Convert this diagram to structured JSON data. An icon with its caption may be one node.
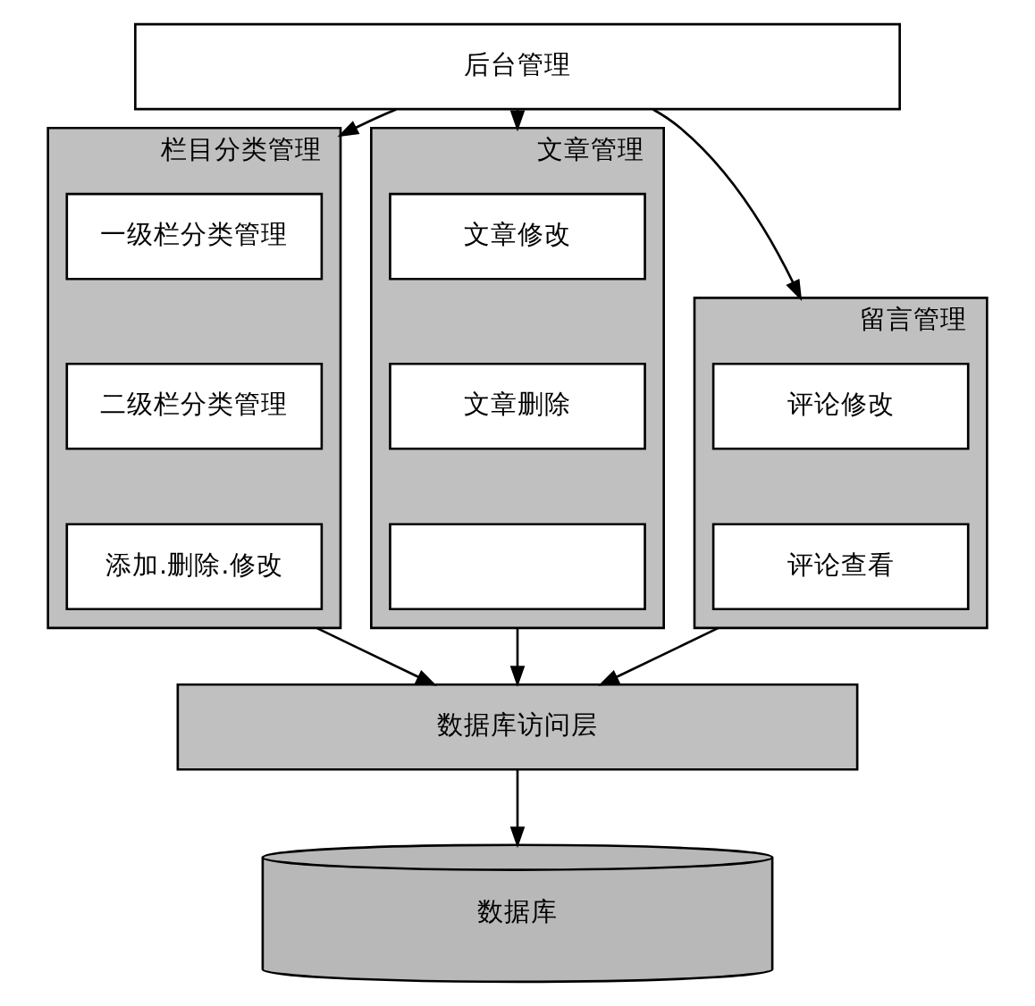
{
  "diagram": {
    "nodes": [
      {
        "text": [
          "后台管理"
        ]
      },
      {
        "text": [
          "栏目分类管理"
        ]
      },
      {
        "text": [
          "一级栏分类管理"
        ],
        "in": 1
      },
      {
        "text": [
          "二级栏分类管理"
        ],
        "in": 1
      },
      {
        "text": [
          "添加.删除.修改"
        ],
        "in": 1
      },
      {
        "text": [
          "文章管理"
        ]
      },
      {
        "text": [
          "文章修改"
        ],
        "in": 5
      },
      {
        "text": [
          "文章删除"
        ],
        "in": 5
      },
      {
        "text": [],
        "shape": "box",
        "in": 5
      },
      {
        "text": [
          "留言管理"
        ]
      },
      {
        "text": [
          "评论修改"
        ],
        "in": 9
      },
      {
        "text": [
          "评论查看"
        ],
        "in": 9
      },
      {
        "text": [
          "数据库访问层"
        ]
      },
      {
        "text": [
          "数据库"
        ]
      }
    ],
    "edges": [
      {
        "from": 0,
        "to": 1,
        "arrow": "to"
      },
      {
        "from": 0,
        "to": 5,
        "arrow": "to"
      },
      {
        "from": 0,
        "to": 9,
        "arrow": "to"
      },
      {
        "from": 1,
        "to": 12,
        "arrow": "to"
      },
      {
        "from": 5,
        "to": 12,
        "arrow": "to"
      },
      {
        "from": 9,
        "to": 12,
        "arrow": "to"
      },
      {
        "from": 12,
        "to": 13,
        "arrow": "to"
      }
    ]
  }
}
